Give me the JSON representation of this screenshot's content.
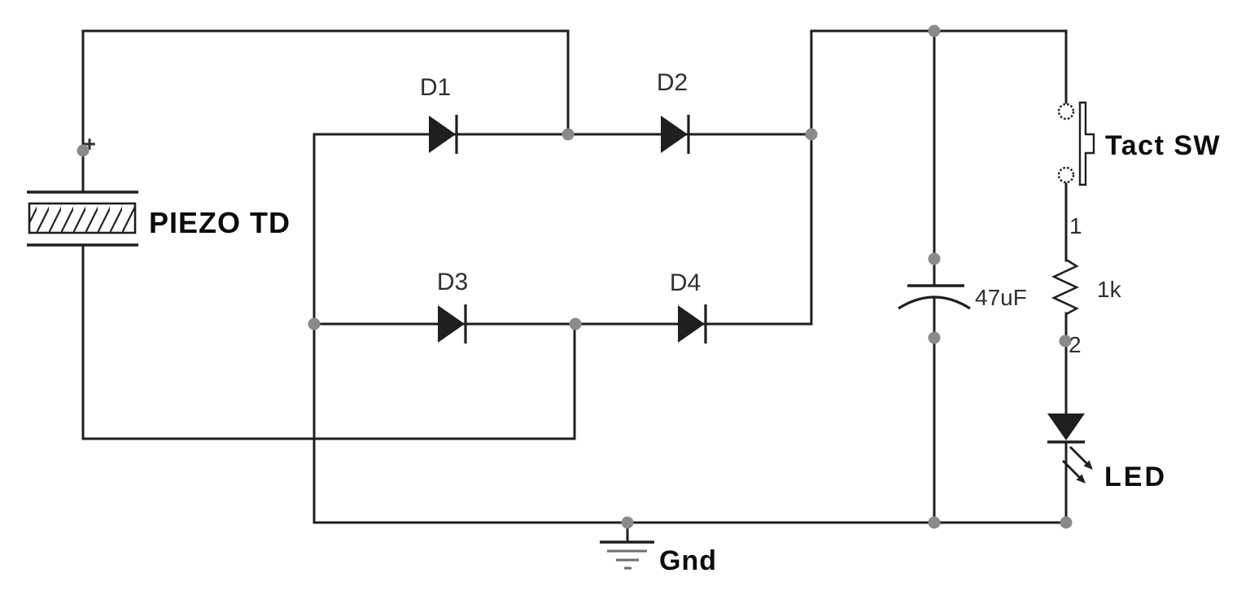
{
  "colors": {
    "background": "#ffffff",
    "wire": "#1f1f1f",
    "junction": "#8a8a8a",
    "label": "#0c0c0c",
    "ref": "#2f2f2f",
    "ground_bars": "#6e6e6e"
  },
  "components": {
    "piezo": {
      "label": "PIEZO TD",
      "polarity": "+"
    },
    "diodes": [
      {
        "ref": "D1"
      },
      {
        "ref": "D2"
      },
      {
        "ref": "D3"
      },
      {
        "ref": "D4"
      }
    ],
    "capacitor": {
      "value": "47uF"
    },
    "switch": {
      "label": "Tact SW"
    },
    "resistor": {
      "value": "1k",
      "pin1": "1",
      "pin2": "2"
    },
    "led": {
      "label": "LED"
    },
    "ground": {
      "label": "Gnd"
    }
  }
}
